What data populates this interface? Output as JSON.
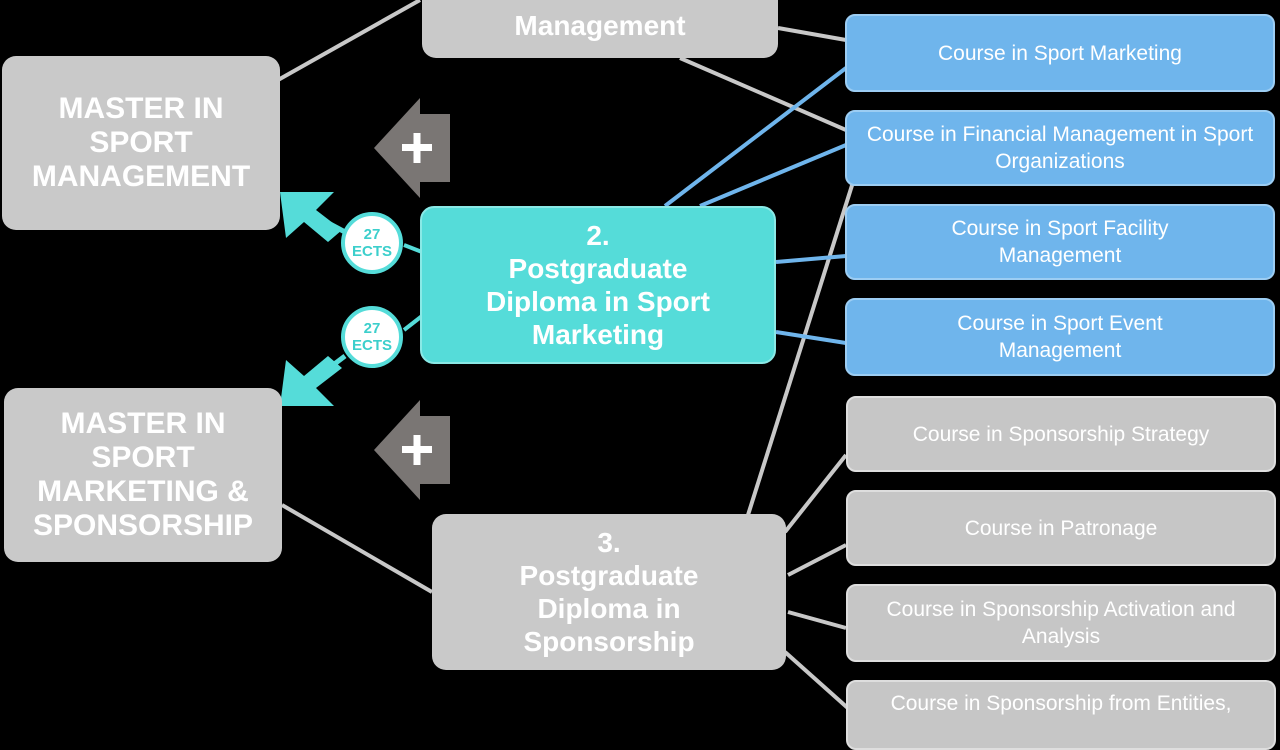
{
  "top_pg": {
    "label": "Management"
  },
  "masters": {
    "sport_management": "MASTER IN SPORT MANAGEMENT",
    "sport_marketing": "MASTER IN SPORT MARKETING & SPONSORSHIP"
  },
  "pg2": {
    "number": "2.",
    "title": "Postgraduate Diploma in Sport Marketing"
  },
  "pg3": {
    "number": "3.",
    "title": "Postgraduate Diploma in Sponsorship"
  },
  "ects": {
    "value": "27",
    "unit": "ECTS"
  },
  "plus_icon": "+",
  "courses_blue": [
    "Course in Sport Marketing",
    "Course in Financial Management in Sport Organizations",
    "Course in Sport Facility Management",
    "Course in Sport Event Management"
  ],
  "courses_grey": [
    "Course in Sponsorship Strategy",
    "Course in Patronage",
    "Course in Sponsorship Activation and Analysis",
    "Course in Sponsorship from Entities,"
  ],
  "colors": {
    "teal": "#55dcd9",
    "blue": "#6fb5ec",
    "grey": "#c9c9c9",
    "background": "#000000"
  }
}
